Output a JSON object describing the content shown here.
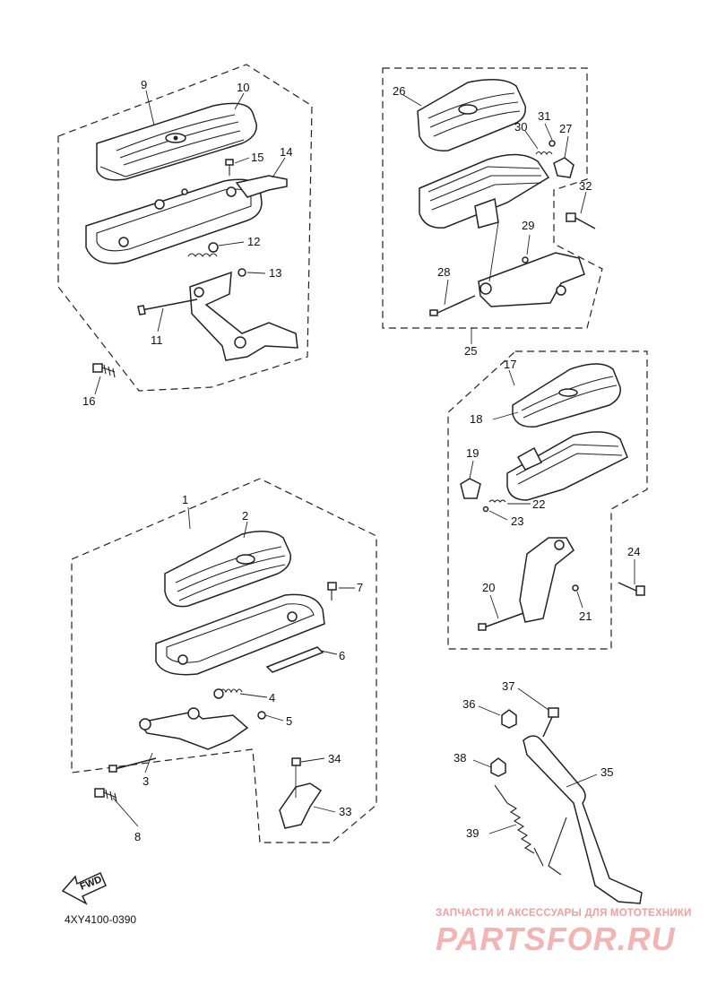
{
  "diagram": {
    "callouts": [
      {
        "id": "c1",
        "label": "1"
      },
      {
        "id": "c2",
        "label": "2"
      },
      {
        "id": "c3",
        "label": "3"
      },
      {
        "id": "c4",
        "label": "4"
      },
      {
        "id": "c5",
        "label": "5"
      },
      {
        "id": "c6",
        "label": "6"
      },
      {
        "id": "c7",
        "label": "7"
      },
      {
        "id": "c8",
        "label": "8"
      },
      {
        "id": "c9",
        "label": "9"
      },
      {
        "id": "c10",
        "label": "10"
      },
      {
        "id": "c11",
        "label": "11"
      },
      {
        "id": "c12",
        "label": "12"
      },
      {
        "id": "c13",
        "label": "13"
      },
      {
        "id": "c14",
        "label": "14"
      },
      {
        "id": "c15",
        "label": "15"
      },
      {
        "id": "c16",
        "label": "16"
      },
      {
        "id": "c17",
        "label": "17"
      },
      {
        "id": "c18",
        "label": "18"
      },
      {
        "id": "c19",
        "label": "19"
      },
      {
        "id": "c20",
        "label": "20"
      },
      {
        "id": "c21",
        "label": "21"
      },
      {
        "id": "c22",
        "label": "22"
      },
      {
        "id": "c23",
        "label": "23"
      },
      {
        "id": "c24",
        "label": "24"
      },
      {
        "id": "c25",
        "label": "25"
      },
      {
        "id": "c26",
        "label": "26"
      },
      {
        "id": "c27",
        "label": "27"
      },
      {
        "id": "c28",
        "label": "28"
      },
      {
        "id": "c29",
        "label": "29"
      },
      {
        "id": "c30",
        "label": "30"
      },
      {
        "id": "c31",
        "label": "31"
      },
      {
        "id": "c32",
        "label": "32"
      },
      {
        "id": "c33",
        "label": "33"
      },
      {
        "id": "c34",
        "label": "34"
      },
      {
        "id": "c35",
        "label": "35"
      },
      {
        "id": "c36",
        "label": "36"
      },
      {
        "id": "c37",
        "label": "37"
      },
      {
        "id": "c38",
        "label": "38"
      },
      {
        "id": "c39",
        "label": "39"
      }
    ],
    "fwd_label": "FWD",
    "drawing_code": "4XY4100-0390"
  },
  "watermark": {
    "tagline": "ЗАПЧАСТИ И АКСЕССУАРЫ ДЛЯ МОТОТЕХНИКИ",
    "logo": "PARTSFOR.RU"
  },
  "colors": {
    "line": "#222222",
    "background": "#ffffff",
    "watermark": "#f0a0a0"
  }
}
